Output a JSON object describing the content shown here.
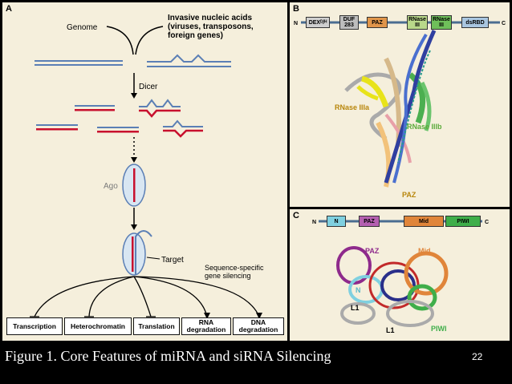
{
  "panel_a": {
    "label": "A",
    "genome": "Genome",
    "invasive": [
      "Invasive nucleic acids",
      "(viruses, transposons,",
      "foreign genes)"
    ],
    "dicer": "Dicer",
    "ago": "Ago",
    "target": "Target",
    "silencing": [
      "Sequence-specific",
      "gene silencing"
    ],
    "outcomes": [
      {
        "key": "transcription",
        "label": "Transcription"
      },
      {
        "key": "heterochromatin",
        "label": "Heterochromatin"
      },
      {
        "key": "translation",
        "label": "Translation"
      },
      {
        "key": "rna",
        "label": "RNA degradation"
      },
      {
        "key": "dna",
        "label": "DNA degradation"
      }
    ]
  },
  "panel_b": {
    "label": "B",
    "n": "N",
    "c": "C",
    "domains": [
      "DEXᴰ/ᴴ",
      "DUF 283",
      "PAZ",
      "RNase III",
      "RNase III",
      "dsRBD"
    ],
    "rnase_a": "RNase IIIa",
    "rnase_b": "RNase IIIb",
    "paz": "PAZ"
  },
  "panel_c": {
    "label": "C",
    "n": "N",
    "c": "C",
    "domains": [
      "N",
      "PAZ",
      "Mid",
      "PIWI"
    ],
    "labels": {
      "paz": "PAZ",
      "mid": "Mid",
      "n": "N",
      "l1a": "L1",
      "l1b": "L1",
      "piwi": "PIWI"
    }
  },
  "caption": "Figure 1. Core Features of miRNA and siRNA Silencing",
  "page_number": "22",
  "colors": {
    "rna": "#c8102e",
    "blue": "#5b7fb5",
    "bg": "#f5efdc"
  }
}
